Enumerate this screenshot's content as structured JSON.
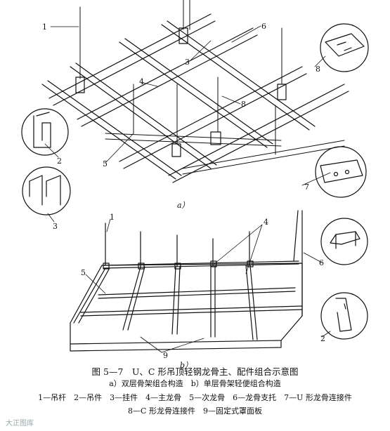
{
  "figure": {
    "title": "图 5—7　U、C 形吊顶轻钢龙骨主、配件组合示意图",
    "subtitle": "a）双层骨架组合构造　b）单层骨架轻便组合构造",
    "legend_line1": "1—吊杆　2—吊件　3—挂件　4—主龙骨　5—次龙骨　6—龙骨支托　7—U 形龙骨连接件",
    "legend_line2": "8—C 形龙骨连接件　9—固定式罩面板"
  },
  "panel_a": {
    "caption": "a）",
    "callouts": [
      "1",
      "2",
      "3",
      "4",
      "5",
      "6",
      "7",
      "8",
      "3",
      "8"
    ]
  },
  "panel_b": {
    "caption": "b）",
    "callouts": [
      "1",
      "4",
      "5",
      "6",
      "2",
      "9"
    ]
  },
  "watermark": "大正图库"
}
